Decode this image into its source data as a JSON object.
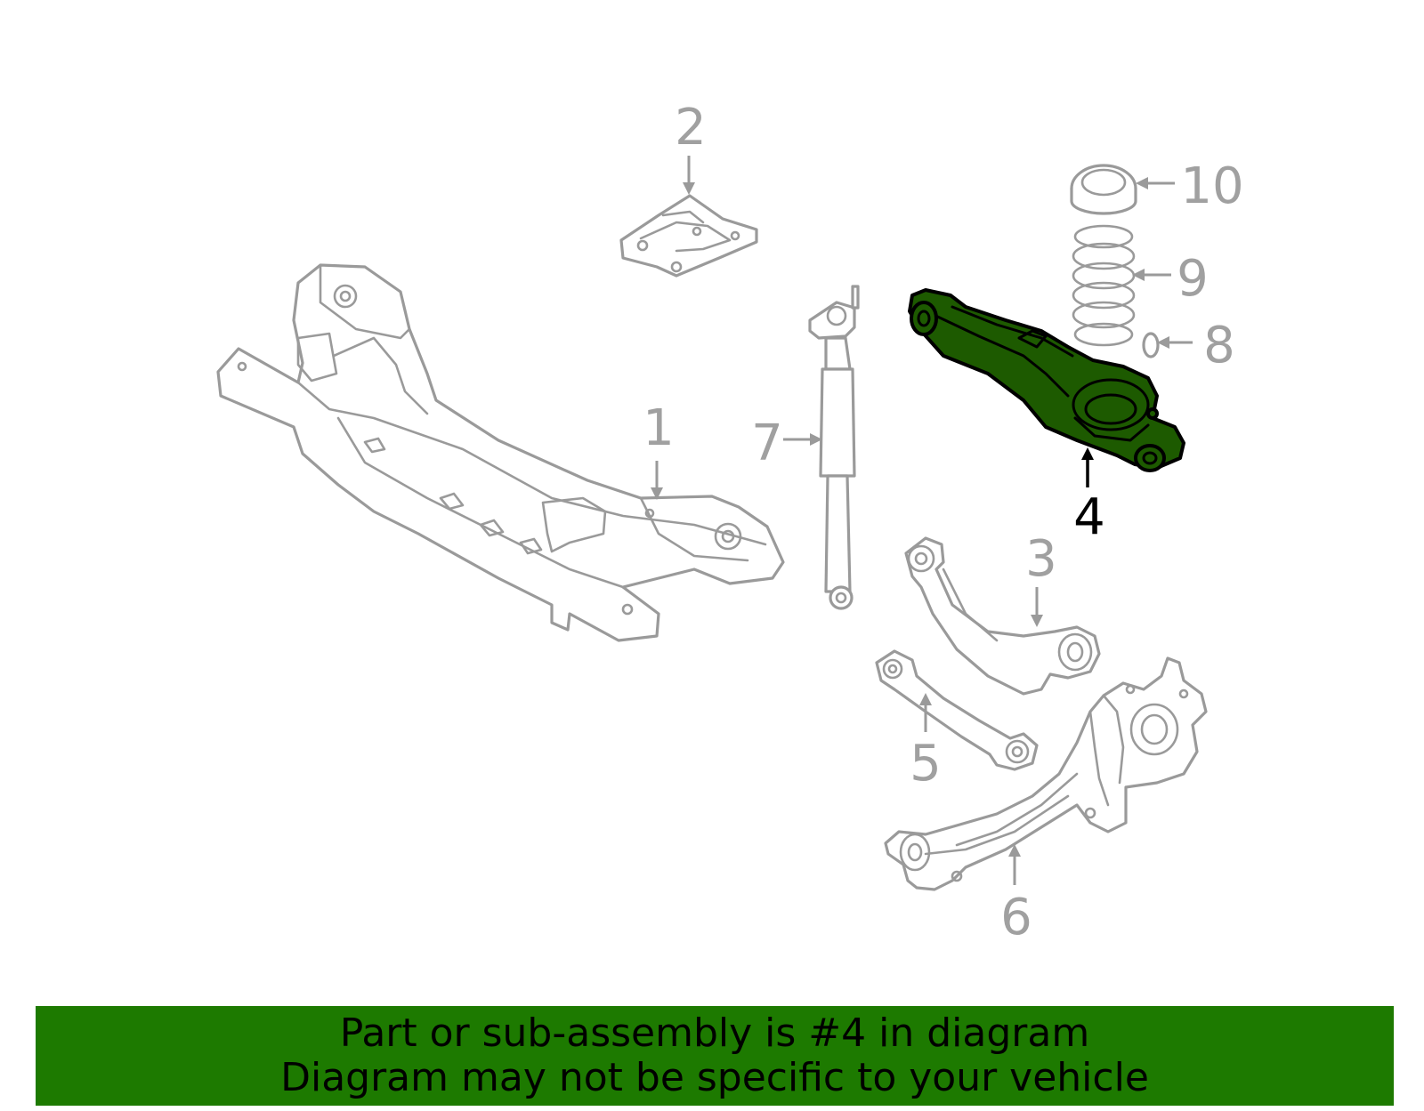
{
  "callouts": [
    {
      "id": "1",
      "label": "1"
    },
    {
      "id": "2",
      "label": "2"
    },
    {
      "id": "3",
      "label": "3"
    },
    {
      "id": "4",
      "label": "4"
    },
    {
      "id": "5",
      "label": "5"
    },
    {
      "id": "6",
      "label": "6"
    },
    {
      "id": "7",
      "label": "7"
    },
    {
      "id": "8",
      "label": "8"
    },
    {
      "id": "9",
      "label": "9"
    },
    {
      "id": "10",
      "label": "10"
    }
  ],
  "highlighted_part": "4",
  "colors": {
    "highlight_fill": "#1d5a00",
    "banner_background": "#1d7a00",
    "part_outline": "#9a9a9a",
    "callout_text": "#a0a0a0",
    "highlight_callout_text": "#000000"
  },
  "banner": {
    "line1": "Part or sub-assembly is #4 in diagram",
    "line2": "Diagram may not be specific to your vehicle"
  }
}
